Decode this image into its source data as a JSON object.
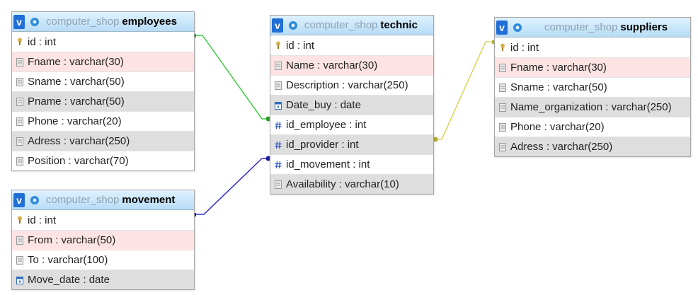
{
  "colors": {
    "header_gradient_top": "#dff2ff",
    "header_gradient_bottom": "#b7dcf6",
    "v_button": "#1f6fd6",
    "row_pink": "#fde3e3",
    "row_grey": "#dedede",
    "link_green": "#3fcf3f",
    "link_blue": "#2b2bd0",
    "link_yellow": "#d9d45a"
  },
  "tables": {
    "employees": {
      "db": "computer_shop",
      "name": "employees",
      "columns": [
        {
          "label": "id : int",
          "icon": "key-icon"
        },
        {
          "label": "Fname : varchar(30)",
          "icon": "text-field-icon"
        },
        {
          "label": "Sname : varchar(50)",
          "icon": "text-field-icon"
        },
        {
          "label": "Pname : varchar(50)",
          "icon": "text-field-icon"
        },
        {
          "label": "Phone : varchar(20)",
          "icon": "text-field-icon"
        },
        {
          "label": "Adress : varchar(250)",
          "icon": "text-field-icon"
        },
        {
          "label": "Position : varchar(70)",
          "icon": "text-field-icon"
        }
      ]
    },
    "movement": {
      "db": "computer_shop",
      "name": "movement",
      "columns": [
        {
          "label": "id : int",
          "icon": "key-icon"
        },
        {
          "label": "From : varchar(50)",
          "icon": "text-field-icon"
        },
        {
          "label": "To : varchar(100)",
          "icon": "text-field-icon"
        },
        {
          "label": "Move_date : date",
          "icon": "date-icon"
        }
      ]
    },
    "technic": {
      "db": "computer_shop",
      "name": "technic",
      "columns": [
        {
          "label": "id : int",
          "icon": "key-icon"
        },
        {
          "label": "Name : varchar(30)",
          "icon": "text-field-icon"
        },
        {
          "label": "Description : varchar(250)",
          "icon": "text-field-icon"
        },
        {
          "label": "Date_buy : date",
          "icon": "date-icon"
        },
        {
          "label": "id_employee : int",
          "icon": "number-icon"
        },
        {
          "label": "id_provider : int",
          "icon": "number-icon"
        },
        {
          "label": "id_movement : int",
          "icon": "number-icon"
        },
        {
          "label": "Availability : varchar(10)",
          "icon": "text-field-icon"
        }
      ]
    },
    "suppliers": {
      "db": "computer_shop",
      "name": "suppliers",
      "columns": [
        {
          "label": "id : int",
          "icon": "key-icon"
        },
        {
          "label": "Fname : varchar(30)",
          "icon": "text-field-icon"
        },
        {
          "label": "Sname : varchar(50)",
          "icon": "text-field-icon"
        },
        {
          "label": "Name_organization : varchar(250)",
          "icon": "text-field-icon"
        },
        {
          "label": "Phone : varchar(20)",
          "icon": "text-field-icon"
        },
        {
          "label": "Adress : varchar(250)",
          "icon": "text-field-icon"
        }
      ]
    }
  }
}
